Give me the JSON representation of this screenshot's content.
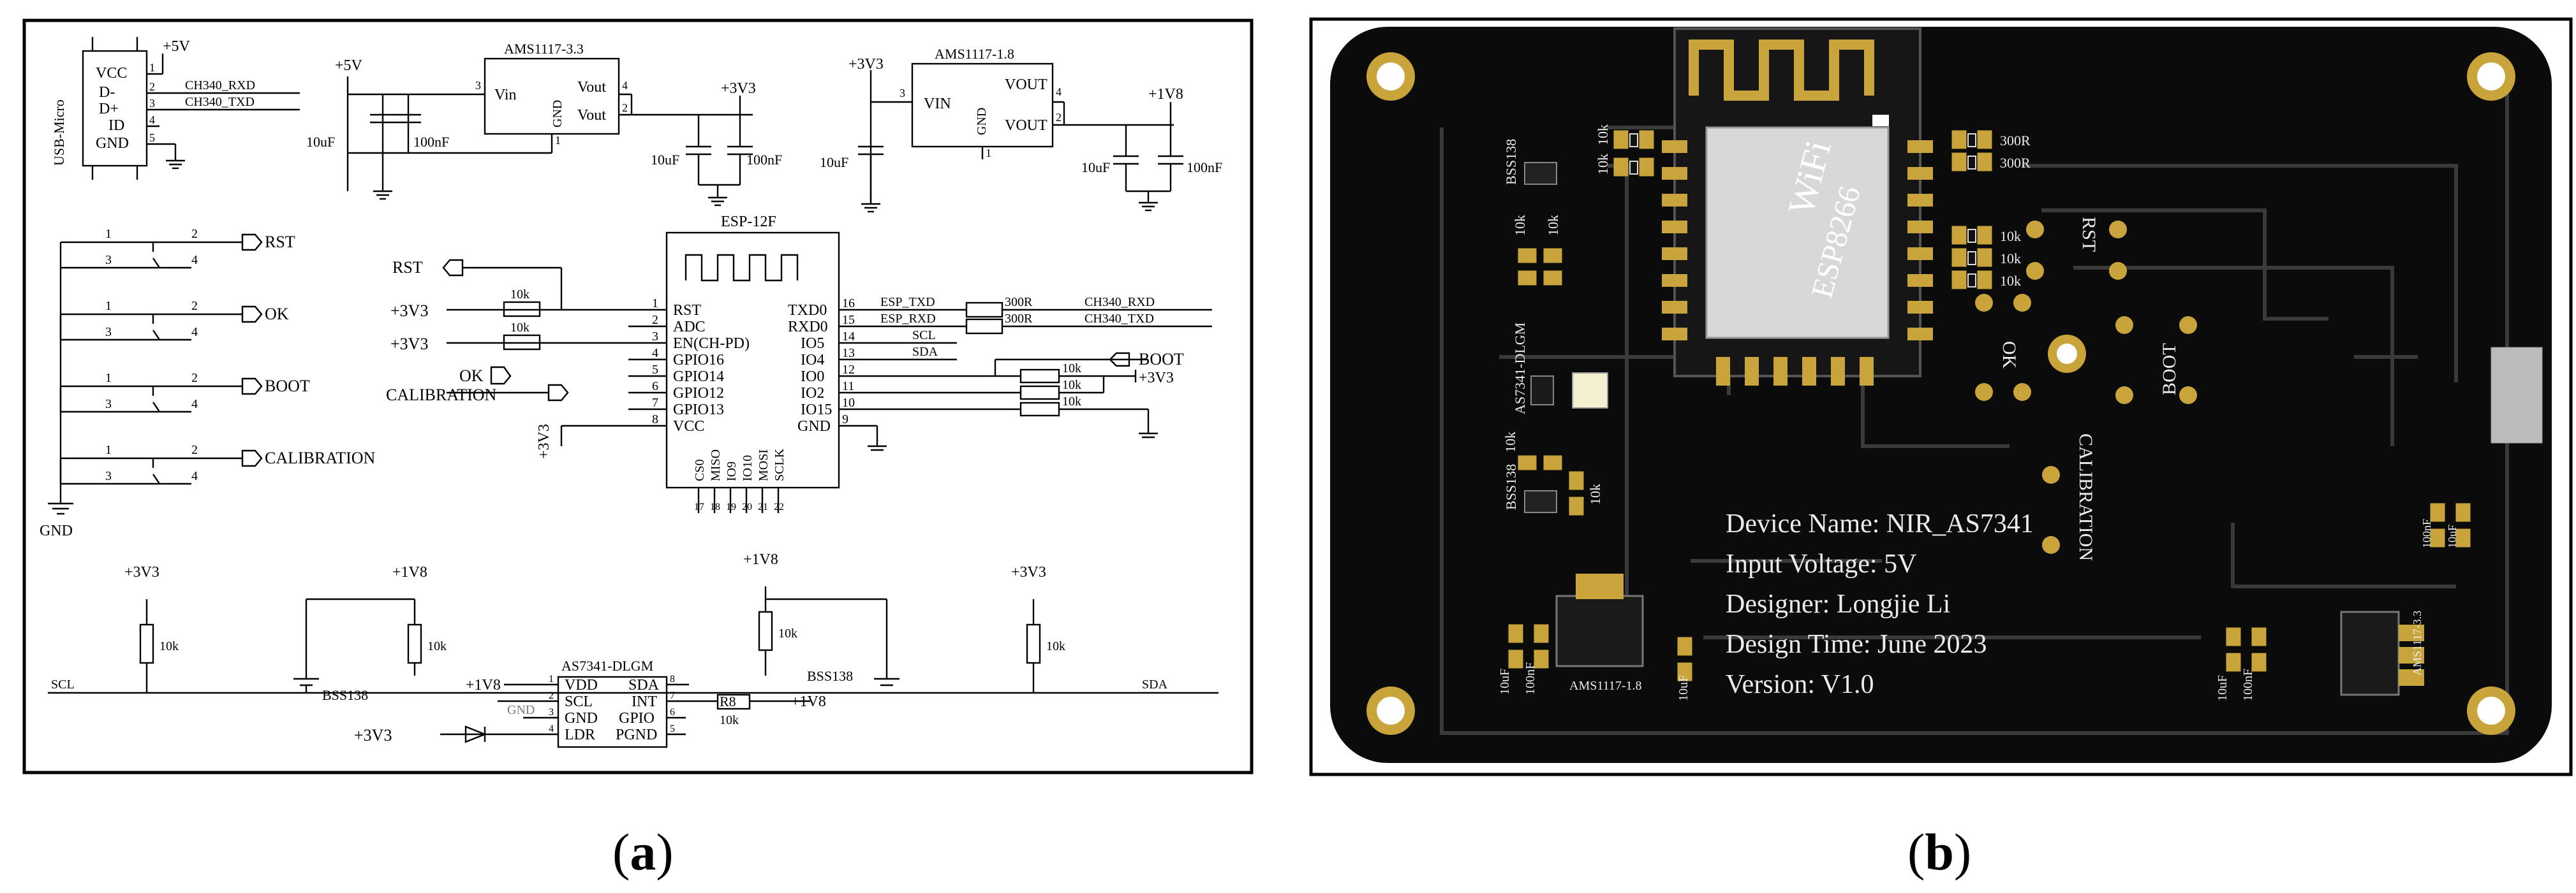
{
  "captions": {
    "a_open": "(",
    "a_letter": "a",
    "a_close": ")",
    "b_open": "(",
    "b_letter": "b",
    "b_close": ")"
  },
  "schematic": {
    "usb": {
      "name": "USB-Micro",
      "pins": [
        "VCC",
        "D-",
        "D+",
        "ID",
        "GND"
      ],
      "nums": [
        "1",
        "2",
        "3",
        "4",
        "5"
      ]
    },
    "nets": {
      "p5v": "+5V",
      "p3v3": "+3V3",
      "p1v8": "+1V8",
      "gnd": "GND",
      "ch_rxd": "CH340_RXD",
      "ch_txd": "CH340_TXD",
      "esp_txd": "ESP_TXD",
      "esp_rxd": "ESP_RXD",
      "scl": "SCL",
      "sda": "SDA"
    },
    "reg33": {
      "name": "AMS1117-3.3",
      "vin": "Vin",
      "vout1": "Vout",
      "vout2": "Vout",
      "gnd": "GND",
      "p3": "3",
      "p4": "4",
      "p2": "2",
      "p1": "1"
    },
    "reg18": {
      "name": "AMS1117-1.8",
      "vin": "VIN",
      "vout1": "VOUT",
      "vout2": "VOUT",
      "gnd": "GND",
      "p3": "3",
      "p4": "4",
      "p2": "2",
      "p1": "1"
    },
    "caps": {
      "c10u": "10uF",
      "c100n": "100nF"
    },
    "buttons": [
      "RST",
      "OK",
      "BOOT",
      "CALIBRATION"
    ],
    "btn_pins": {
      "p1": "1",
      "p2": "2",
      "p3": "3",
      "p4": "4"
    },
    "esp": {
      "name": "ESP-12F",
      "left": [
        "RST",
        "ADC",
        "EN(CH-PD)",
        "GPIO16",
        "GPIO14",
        "GPIO12",
        "GPIO13",
        "VCC"
      ],
      "left_nums": [
        "1",
        "2",
        "3",
        "4",
        "5",
        "6",
        "7",
        "8"
      ],
      "right": [
        "TXD0",
        "RXD0",
        "IO5",
        "IO4",
        "IO0",
        "IO2",
        "IO15",
        "GND"
      ],
      "right_nums": [
        "16",
        "15",
        "14",
        "13",
        "12",
        "11",
        "10",
        "9"
      ],
      "bottom": [
        "CS0",
        "MISO",
        "IO9",
        "IO10",
        "MOSI",
        "SCLK"
      ],
      "bottom_nums": [
        "17",
        "18",
        "19",
        "20",
        "21",
        "22"
      ]
    },
    "res": {
      "r10k": "10k",
      "r300": "300R",
      "r8": "R8"
    },
    "labels": {
      "rst": "RST",
      "ok": "OK",
      "calibration": "CALIBRATION",
      "boot": "BOOT"
    },
    "sensor": {
      "name": "AS7341-DLGM",
      "left": [
        "VDD",
        "SCL",
        "GND",
        "LDR"
      ],
      "right": [
        "SDA",
        "INT",
        "GPIO",
        "PGND"
      ],
      "left_nums": [
        "1",
        "2",
        "3",
        "4"
      ],
      "right_nums": [
        "8",
        "7",
        "6",
        "5"
      ]
    },
    "mosfet": "BSS138"
  },
  "pcb": {
    "colors": {
      "board": "#0b0b0b",
      "copper": "#c8a43a",
      "silk": "#ececec",
      "trace": "#3a3a3a"
    },
    "wifi": "WiFi",
    "chip": "ESP8266",
    "labels": {
      "bss_top": "BSS138",
      "bss_bottom": "BSS138",
      "as_label": "AS7341-DLGM",
      "r10k": "10k",
      "r300": "300R",
      "rst": "RST",
      "ok": "OK",
      "boot": "BOOT",
      "calibration": "CALIBRATION",
      "reg18": "AMS1117-1.8",
      "reg33": "AMS1117-3.3",
      "c10u": "10uF",
      "c100n": "100nF"
    },
    "info": [
      "Device Name: NIR_AS7341",
      "Input Voltage: 5V",
      "Designer: Longjie Li",
      "Design Time: June 2023",
      "Version: V1.0"
    ]
  }
}
